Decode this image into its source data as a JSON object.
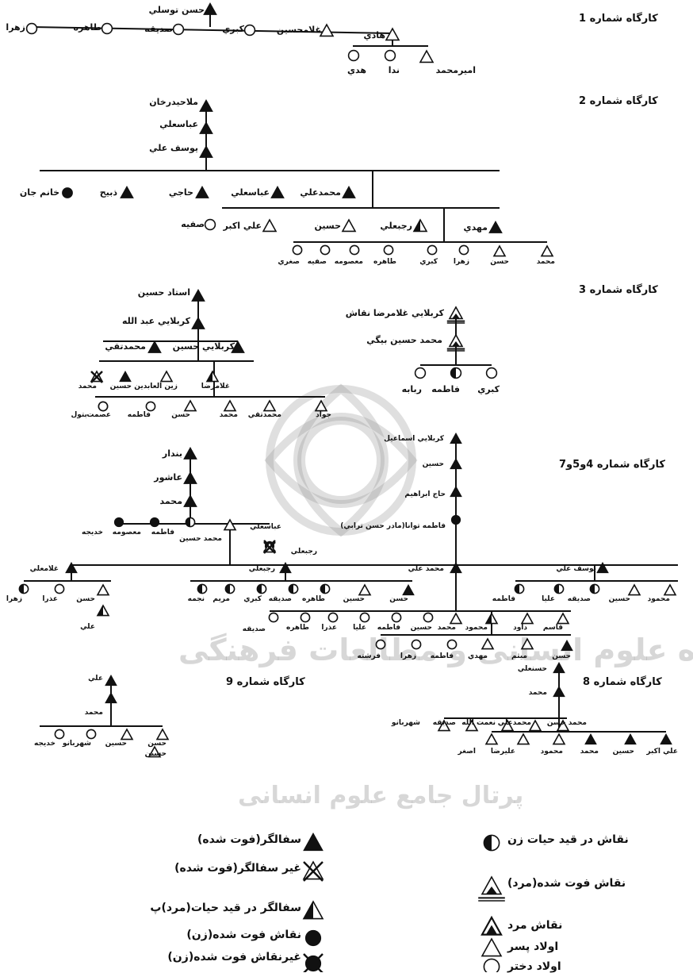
{
  "workshops": [
    {
      "heading": "کارگاه شماره 1",
      "labels": [
        "حسن توسلي",
        "زهرا",
        "طاهره",
        "صديقه",
        "کبري",
        "غلامحسين",
        "هادي",
        "اميرمحمد",
        "ندا",
        "هدي"
      ]
    },
    {
      "heading": "کارگاه شماره 2",
      "labels": [
        "ملاحيدرخان",
        "عباسعلي",
        "يوسف علي",
        "خانم جان",
        "ذبيح",
        "حاجي",
        "عباسعلي",
        "محمدعلي",
        "صفيه",
        "علي اکبر",
        "حسين",
        "رجبعلي",
        "مهدي",
        "صغري",
        "صفيه",
        "معصومه",
        "طاهره",
        "کبري",
        "زهرا",
        "حسن",
        "محمد"
      ]
    },
    {
      "heading": "کارگاه شماره 3",
      "labels": [
        "استاد حسين",
        "کربلايي عبد الله",
        "کربلايي حسين",
        "محمدتقي",
        "محمد",
        "حسين",
        "زين العابدين",
        "غلامرضا",
        "عصمت",
        "بتول",
        "فاطمه",
        "حسن",
        "محمد",
        "محمدتقي",
        "جواد",
        "کربلايي غلامرضا نقاش",
        "محمد حسين بيگي",
        "ربابه",
        "فاطمه",
        "کبري"
      ]
    },
    {
      "heading": "کارگاه شماره 4و5و7",
      "labels": [
        "بندار",
        "عاشور",
        "محمد",
        "خديجه",
        "معصومه",
        "فاطمه",
        "محمد حسين",
        "عباسعلي",
        "رجبعلي",
        "کربلايي اسماعيل",
        "حسين",
        "حاج ابراهيم",
        "فاطمه توانا(مادر حسن ترابي)",
        "غلامعلي",
        "رجبعلي",
        "محمد علي",
        "يوسف علي",
        "زهرا",
        "عذرا",
        "حسن",
        "علي",
        "نجمه",
        "مريم",
        "کبري",
        "صديقه",
        "طاهره",
        "حسين",
        "حسن",
        "فاطمه",
        "عليا",
        "صديقه",
        "حسين",
        "محمود",
        "صديقه",
        "طاهره",
        "عذرا",
        "عليا",
        "فاطمه",
        "حسين",
        "محمد",
        "محمود",
        "داود",
        "قاسم",
        "فرشته",
        "زهرا",
        "فاطمه",
        "مهدي",
        "ميثم",
        "حسن"
      ]
    },
    {
      "heading": "کارگاه شماره 9",
      "labels": [
        "علي",
        "محمد",
        "خديجه",
        "شهربانو",
        "حسين",
        "حسن",
        "حسين"
      ]
    },
    {
      "heading": "کارگاه شماره 8",
      "labels": [
        "حسنعلي",
        "محمد",
        "شهربانو",
        "صديقه",
        "نعمت الله",
        "محمدعلي",
        "محمد حسن",
        "اصغر",
        "عليرضا",
        "محمود",
        "محمد",
        "حسين",
        "علي اکبر"
      ]
    }
  ],
  "legend": [
    {
      "symbol": "filled-triangle-icon",
      "label": "سفالگر(فوت شده)"
    },
    {
      "symbol": "crossed-triangle-icon",
      "label": "غير سفالگر(فوت شده)"
    },
    {
      "symbol": "half-triangle-icon",
      "label": "سفالگر در قيد حيات(مرد)پ"
    },
    {
      "symbol": "filled-circle-icon",
      "label": "نقاش فوت شده(زن)"
    },
    {
      "symbol": "crossed-circle-icon",
      "label": "غيرنقاش فوت شده(زن)"
    },
    {
      "symbol": "half-circle-icon",
      "label": "نقاش در قيد حيات زن"
    },
    {
      "symbol": "underlined-triangle-icon",
      "label": "نقاش فوت شده(مرد)"
    },
    {
      "symbol": "painter-man-icon",
      "label": "نقاش مرد"
    },
    {
      "symbol": "open-triangle-icon",
      "label": "اولاد پسر"
    },
    {
      "symbol": "open-circle-icon",
      "label": "اولاد دختر"
    }
  ],
  "watermark": {
    "line1": "پژوهشگاه علوم انسانی و مطالعات فرهنگی",
    "line2": "پرتال جامع علوم انسانی"
  }
}
